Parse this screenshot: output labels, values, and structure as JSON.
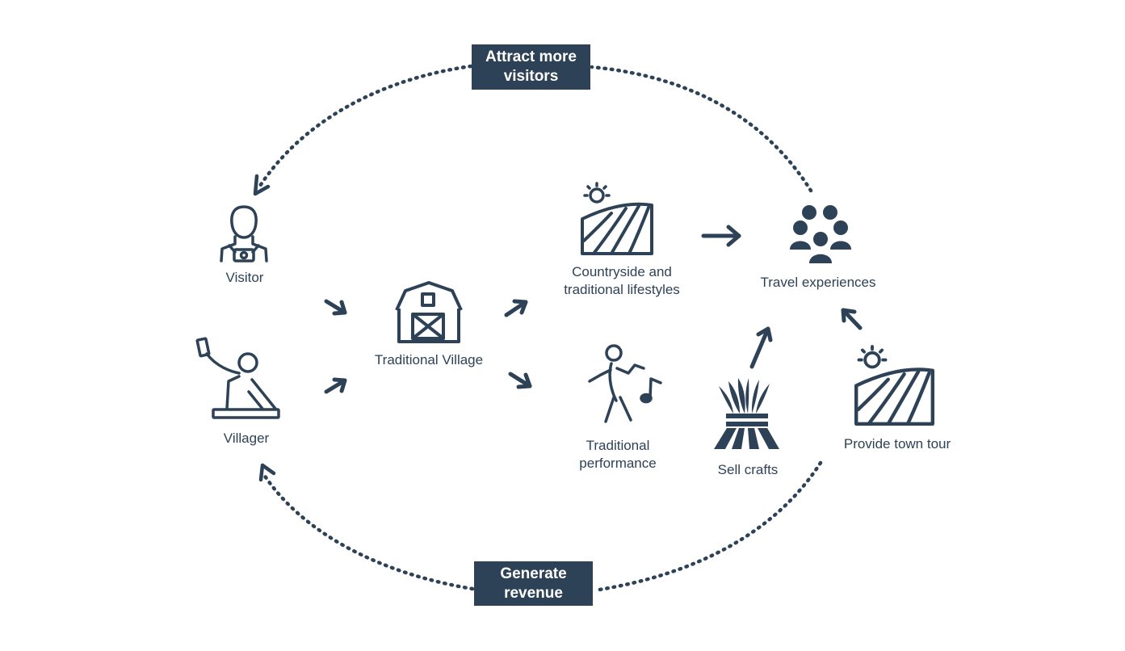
{
  "colors": {
    "primary": "#2e4257",
    "background": "#ffffff"
  },
  "boxes": {
    "attract": "Attract more\nvisitors",
    "revenue": "Generate\nrevenue"
  },
  "nodes": {
    "visitor": {
      "label": "Visitor",
      "icon": "person-with-camera-icon"
    },
    "villager": {
      "label": "Villager",
      "icon": "craftsman-with-hammer-icon"
    },
    "village": {
      "label": "Traditional Village",
      "icon": "barn-icon"
    },
    "countryside": {
      "label": "Countryside and\ntraditional lifestyles",
      "icon": "sun-over-field-icon"
    },
    "performance": {
      "label": "Traditional\nperformance",
      "icon": "dancer-with-music-note-icon"
    },
    "experiences": {
      "label": "Travel experiences",
      "icon": "group-of-people-icon"
    },
    "crafts": {
      "label": "Sell crafts",
      "icon": "wheat-sheaf-icon"
    },
    "tour": {
      "label": "Provide town tour",
      "icon": "sun-over-field-icon"
    }
  }
}
